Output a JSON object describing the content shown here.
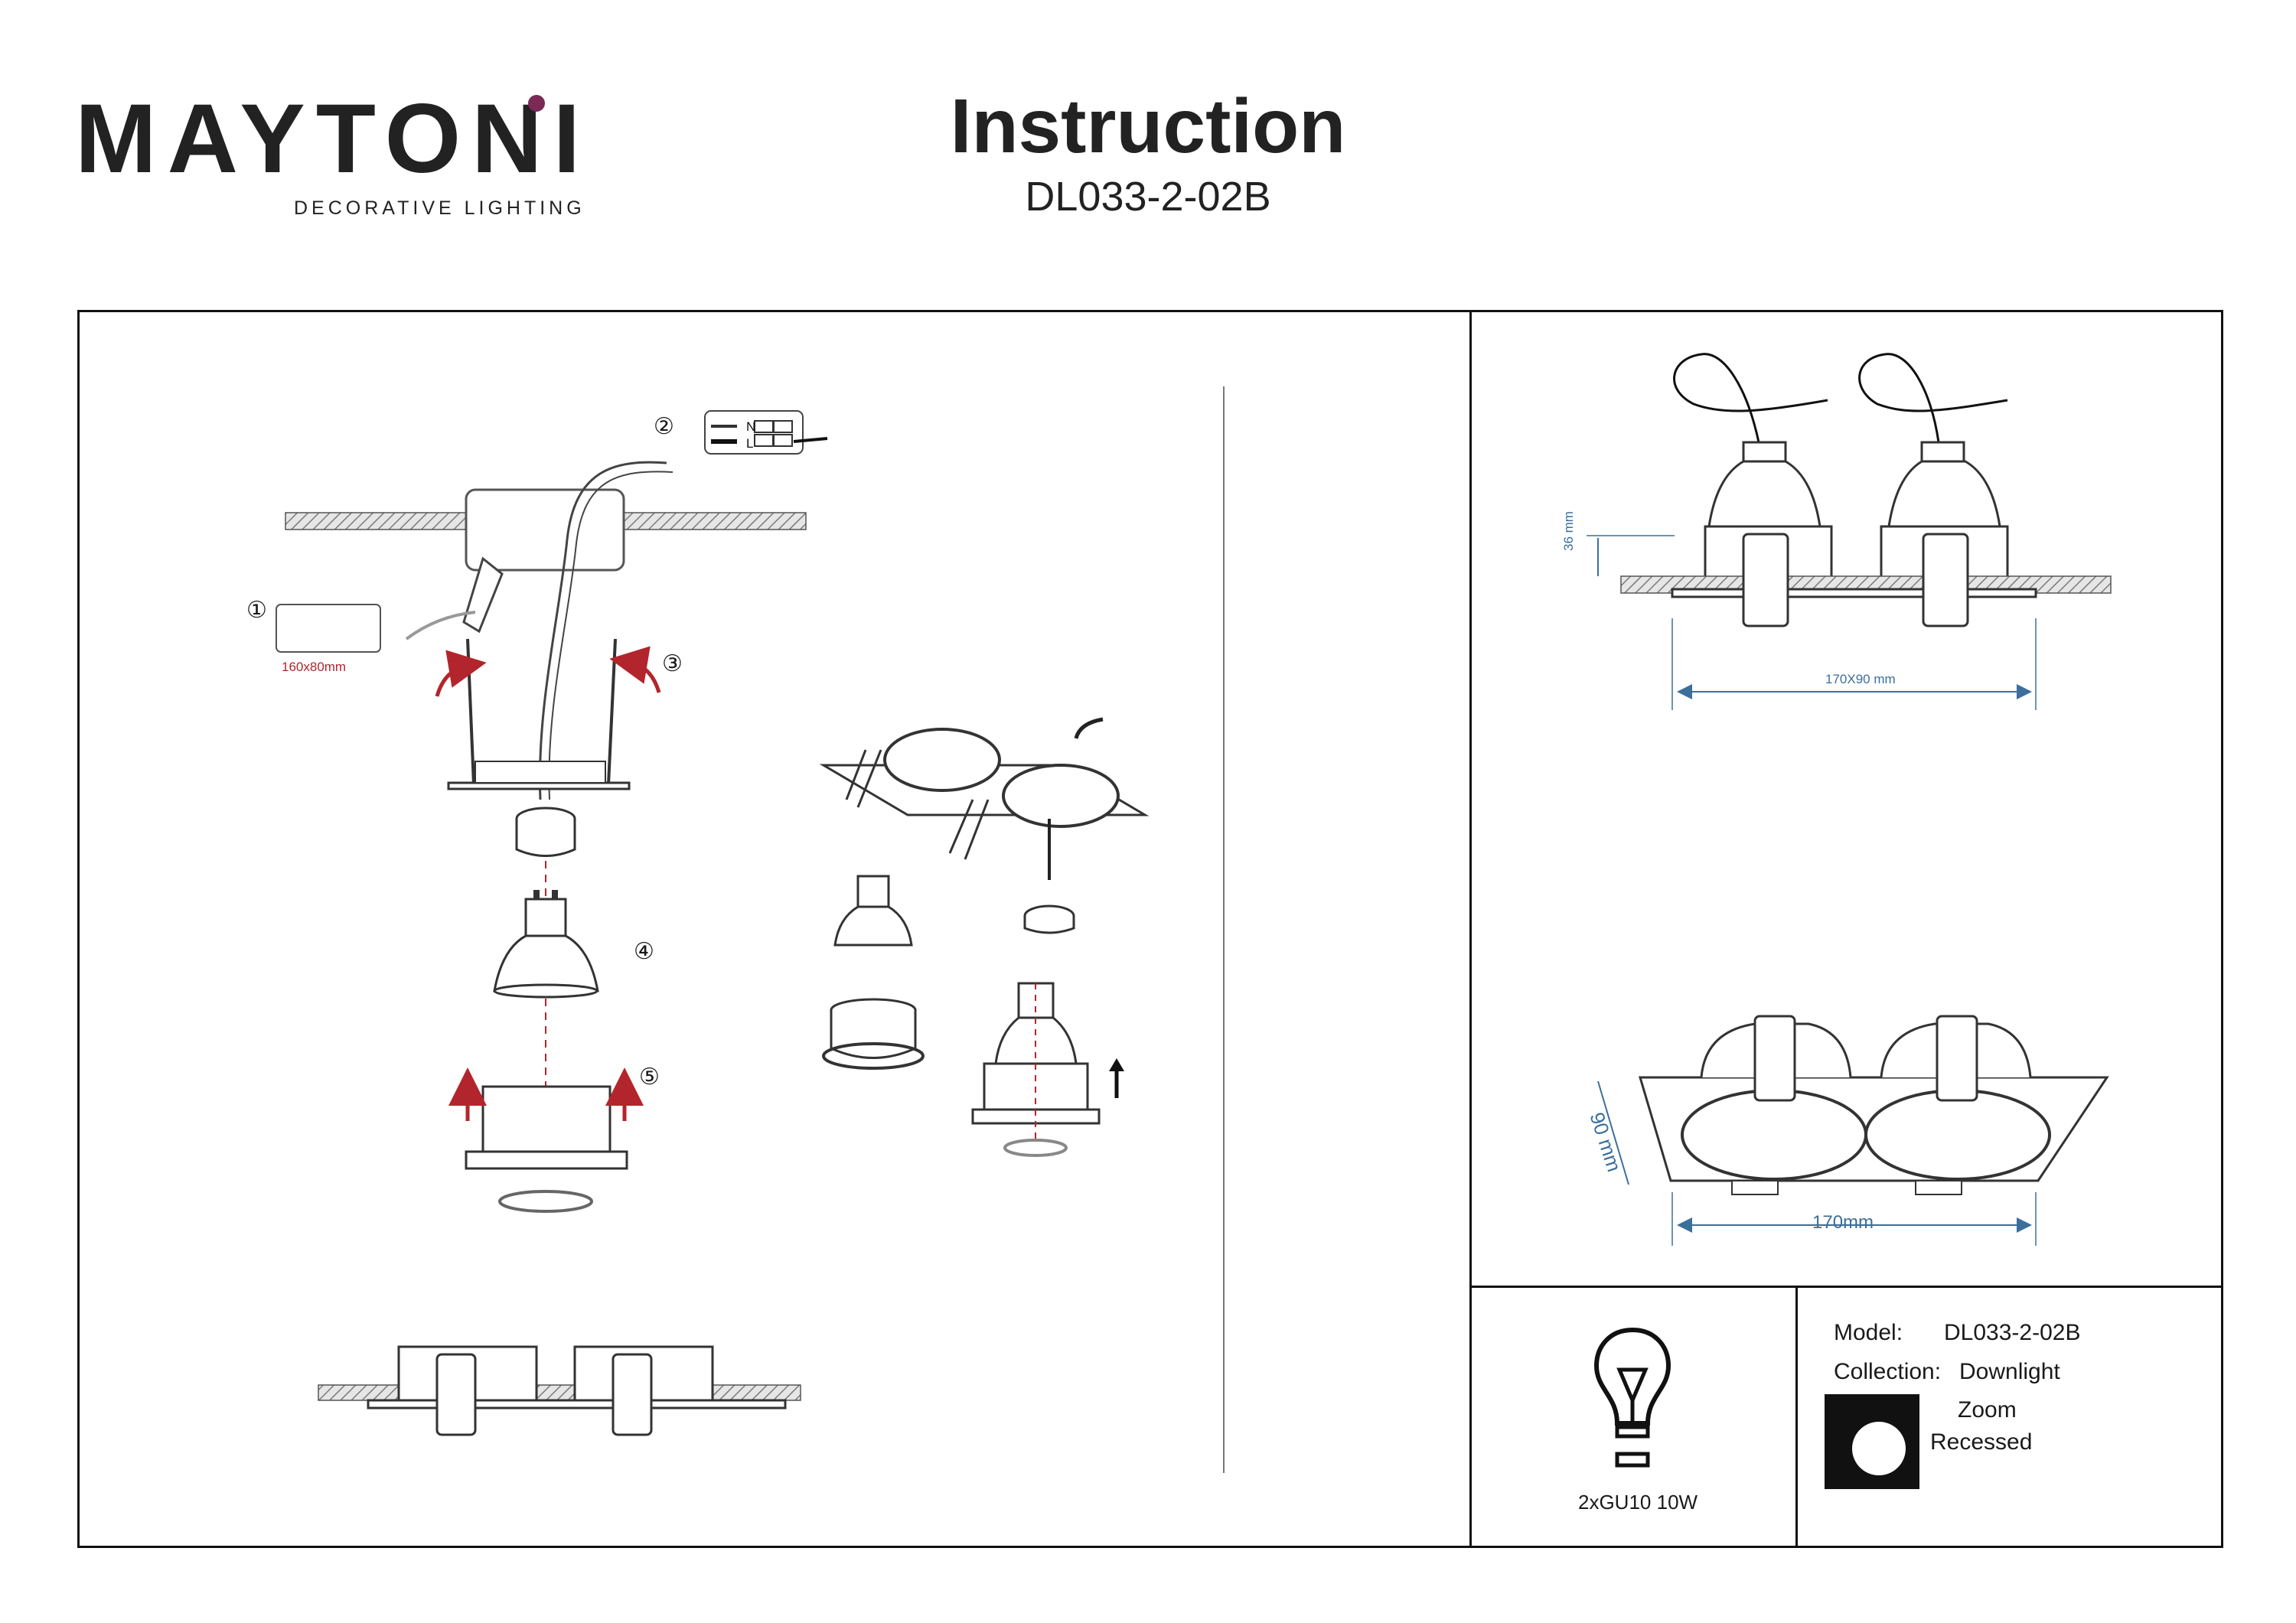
{
  "brand": {
    "name": "MAYTONI",
    "tagline": "DECORATIVE LIGHTING",
    "accent_color": "#7a2a55"
  },
  "header": {
    "title": "Instruction",
    "model": "DL033-2-02B"
  },
  "steps": {
    "step1": "①",
    "step2": "②",
    "step3": "③",
    "step4": "④",
    "step5": "⑤",
    "cutout_size": "160x80mm",
    "wiring_labels": [
      "N",
      "L"
    ]
  },
  "dimensions": {
    "height": "36 mm",
    "side_width": "170X90 mm",
    "depth": "90 mm",
    "top_width": "170mm"
  },
  "lamp": {
    "icon": "bulb-icon",
    "spec": "2xGU10 10W"
  },
  "specs": {
    "model_label": "Model:",
    "model_value": "DL033-2-02B",
    "collection_label": "Collection:",
    "collection_value": "Downlight",
    "type_icon": "zoom-icon",
    "zoom_label": "Zoom",
    "recessed_label": "Recessed"
  },
  "colors": {
    "line": "#111111",
    "hatch": "#7a7a7a",
    "arrow_red": "#b3252c",
    "dim_blue": "#3c6f9c"
  }
}
